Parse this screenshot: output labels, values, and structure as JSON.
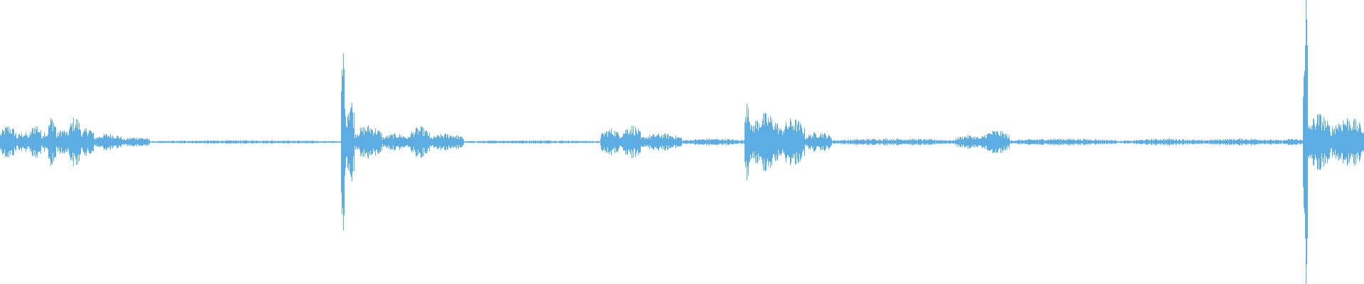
{
  "waveform": {
    "color": "#5dade2",
    "amplitude_scale": 1.0,
    "segments": [
      {
        "start": 0.0,
        "end": 0.012,
        "amp": 0.1
      },
      {
        "start": 0.012,
        "end": 0.022,
        "amp": 0.06
      },
      {
        "start": 0.022,
        "end": 0.03,
        "amp": 0.11
      },
      {
        "start": 0.03,
        "end": 0.035,
        "amp": 0.07
      },
      {
        "start": 0.035,
        "end": 0.041,
        "amp": 0.16
      },
      {
        "start": 0.041,
        "end": 0.05,
        "amp": 0.08
      },
      {
        "start": 0.05,
        "end": 0.06,
        "amp": 0.15
      },
      {
        "start": 0.06,
        "end": 0.069,
        "amp": 0.09
      },
      {
        "start": 0.069,
        "end": 0.09,
        "amp": 0.05
      },
      {
        "start": 0.09,
        "end": 0.11,
        "amp": 0.03
      },
      {
        "start": 0.11,
        "end": 0.25,
        "amp": 0.01
      },
      {
        "start": 0.25,
        "end": 0.253,
        "amp": 0.6
      },
      {
        "start": 0.253,
        "end": 0.26,
        "amp": 0.28
      },
      {
        "start": 0.26,
        "end": 0.28,
        "amp": 0.1
      },
      {
        "start": 0.28,
        "end": 0.3,
        "amp": 0.05
      },
      {
        "start": 0.3,
        "end": 0.315,
        "amp": 0.09
      },
      {
        "start": 0.315,
        "end": 0.34,
        "amp": 0.05
      },
      {
        "start": 0.34,
        "end": 0.44,
        "amp": 0.01
      },
      {
        "start": 0.44,
        "end": 0.455,
        "amp": 0.08
      },
      {
        "start": 0.455,
        "end": 0.47,
        "amp": 0.1
      },
      {
        "start": 0.47,
        "end": 0.5,
        "amp": 0.05
      },
      {
        "start": 0.5,
        "end": 0.546,
        "amp": 0.02
      },
      {
        "start": 0.546,
        "end": 0.55,
        "amp": 0.32
      },
      {
        "start": 0.55,
        "end": 0.572,
        "amp": 0.17
      },
      {
        "start": 0.572,
        "end": 0.59,
        "amp": 0.14
      },
      {
        "start": 0.59,
        "end": 0.61,
        "amp": 0.06
      },
      {
        "start": 0.61,
        "end": 0.7,
        "amp": 0.02
      },
      {
        "start": 0.7,
        "end": 0.72,
        "amp": 0.04
      },
      {
        "start": 0.72,
        "end": 0.74,
        "amp": 0.07
      },
      {
        "start": 0.74,
        "end": 0.82,
        "amp": 0.02
      },
      {
        "start": 0.82,
        "end": 0.83,
        "amp": 0.01
      },
      {
        "start": 0.83,
        "end": 0.88,
        "amp": 0.02
      },
      {
        "start": 0.88,
        "end": 0.94,
        "amp": 0.02
      },
      {
        "start": 0.94,
        "end": 0.955,
        "amp": 0.02
      },
      {
        "start": 0.955,
        "end": 0.959,
        "amp": 0.95
      },
      {
        "start": 0.959,
        "end": 0.975,
        "amp": 0.17
      },
      {
        "start": 0.975,
        "end": 1.0,
        "amp": 0.15
      }
    ]
  }
}
